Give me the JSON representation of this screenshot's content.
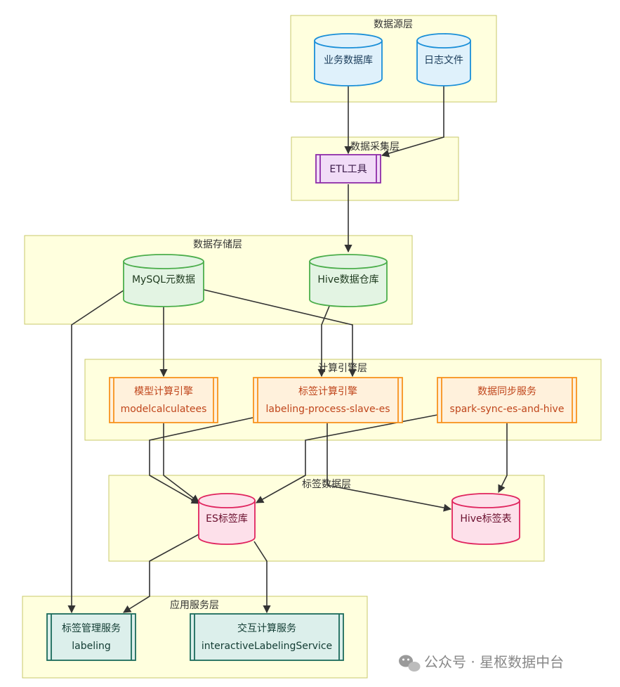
{
  "layers": {
    "source": "数据源层",
    "collect": "数据采集层",
    "storage": "数据存储层",
    "compute": "计算引擎层",
    "tagdata": "标签数据层",
    "app": "应用服务层"
  },
  "nodes": {
    "bizdb": "业务数据库",
    "logfile": "日志文件",
    "etl": "ETL工具",
    "mysql": "MySQL元数据",
    "hive": "Hive数据仓库",
    "model": {
      "title": "模型计算引擎",
      "sub": "modelcalculatees"
    },
    "labeling": {
      "title": "标签计算引擎",
      "sub": "labeling-process-slave-es"
    },
    "sync": {
      "title": "数据同步服务",
      "sub": "spark-sync-es-and-hive"
    },
    "es": "ES标签库",
    "hivetag": "Hive标签表",
    "tagmgr": {
      "title": "标签管理服务",
      "sub": "labeling"
    },
    "interactive": {
      "title": "交互计算服务",
      "sub": "interactiveLabelingService"
    }
  },
  "watermark": "公众号 · 星枢数据中台",
  "colors": {
    "source": "#1a8fd8",
    "collect": "#8e2ca8",
    "storage": "#4cae4c",
    "compute": "#f7931e",
    "tagdata": "#e0245e",
    "app": "#1b6b5b"
  }
}
